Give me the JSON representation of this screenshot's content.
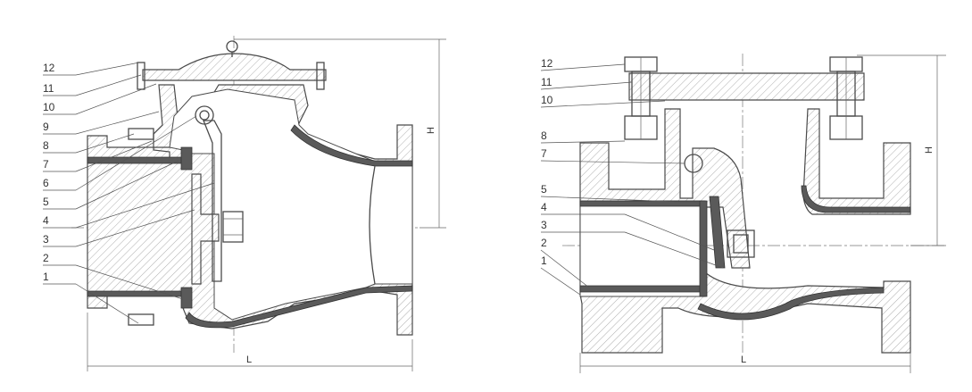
{
  "left_view": {
    "part_labels": [
      "12",
      "11",
      "10",
      "9",
      "8",
      "7",
      "6",
      "5",
      "4",
      "3",
      "2",
      "1"
    ],
    "dim_length": "L",
    "dim_height": "H"
  },
  "right_view": {
    "part_labels": [
      "12",
      "11",
      "10",
      "8",
      "7",
      "5",
      "4",
      "3",
      "2",
      "1"
    ],
    "dim_length": "L",
    "dim_height": "H"
  },
  "colors": {
    "stroke": "#4a4a4a",
    "lining": "#5a5a5a",
    "background": "#ffffff"
  }
}
